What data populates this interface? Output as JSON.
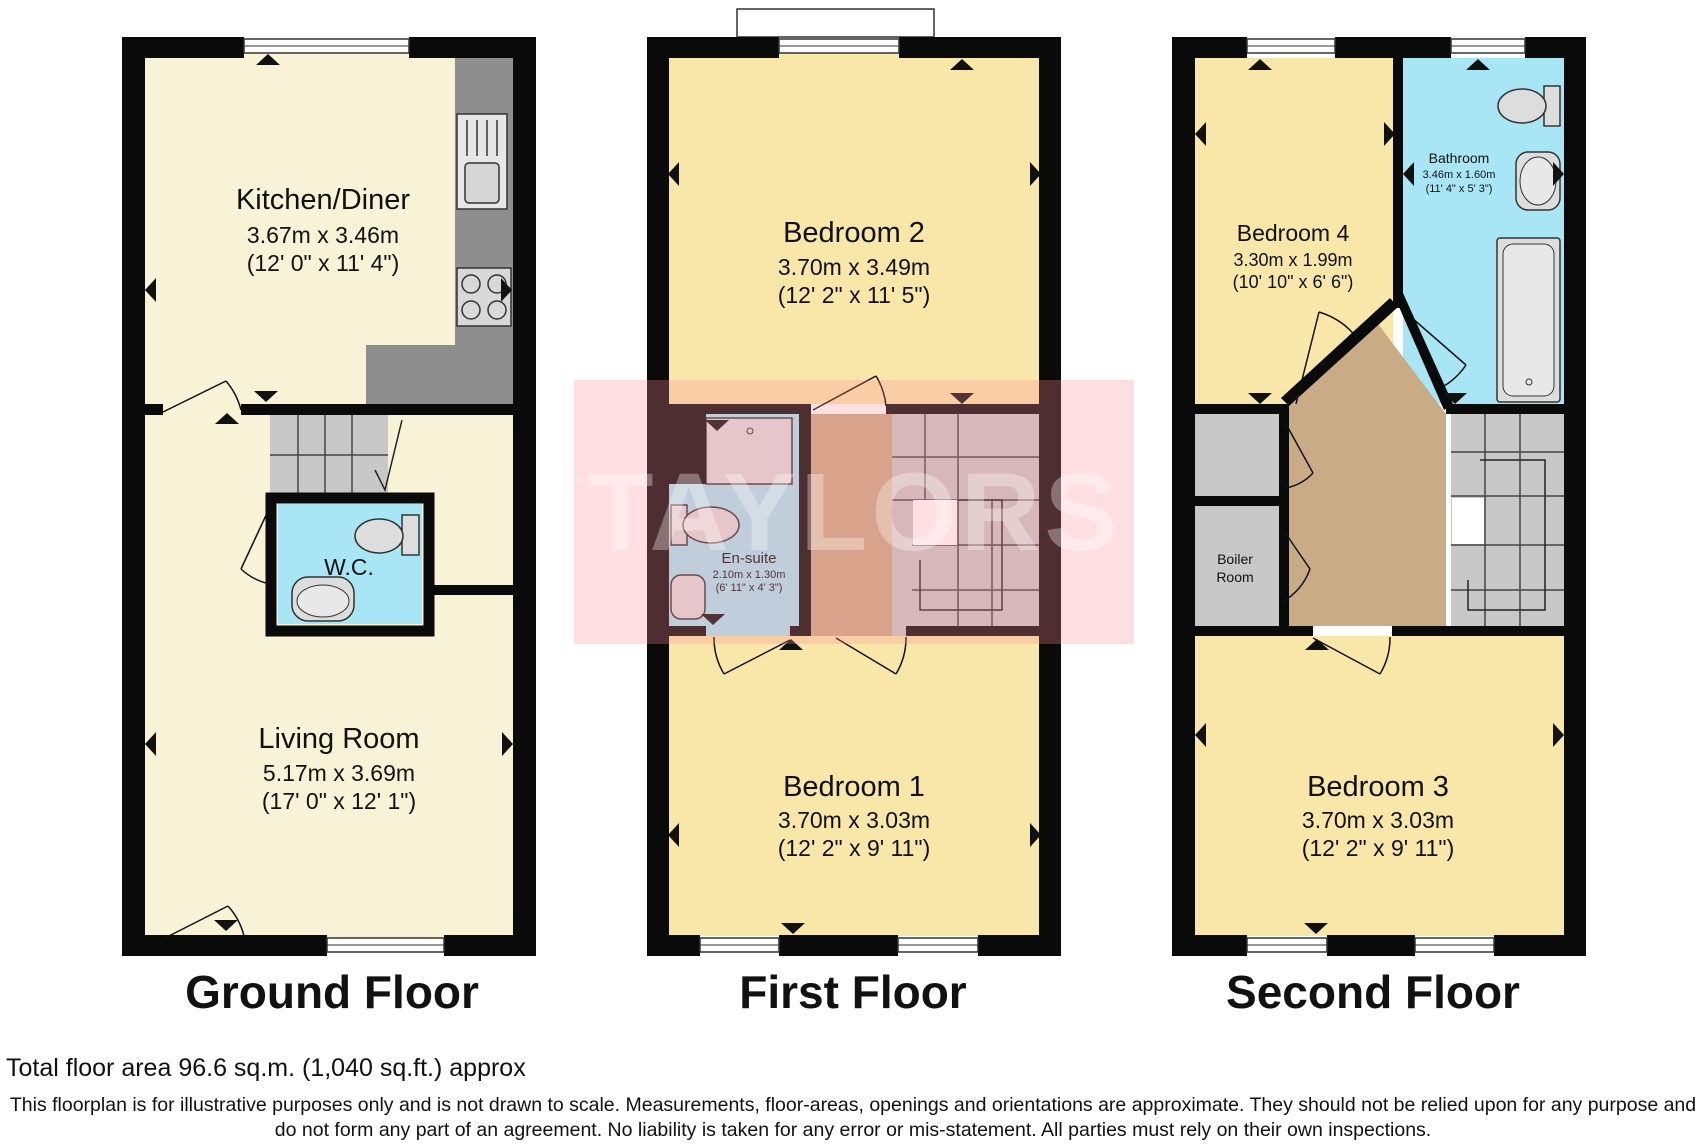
{
  "floors": {
    "ground": {
      "title": "Ground Floor",
      "kitchen": {
        "name": "Kitchen/Diner",
        "metric": "3.67m x 3.46m",
        "imperial": "(12' 0\" x 11' 4\")"
      },
      "wc": {
        "name": "W.C."
      },
      "living": {
        "name": "Living Room",
        "metric": "5.17m x 3.69m",
        "imperial": "(17' 0\" x 12' 1\")"
      }
    },
    "first": {
      "title": "First Floor",
      "bedroom2": {
        "name": "Bedroom 2",
        "metric": "3.70m x 3.49m",
        "imperial": "(12' 2\" x 11' 5\")"
      },
      "ensuite": {
        "name": "En-suite",
        "metric": "2.10m x 1.30m",
        "imperial": "(6' 11\" x 4' 3\")"
      },
      "bedroom1": {
        "name": "Bedroom 1",
        "metric": "3.70m x 3.03m",
        "imperial": "(12' 2\" x 9' 11\")"
      }
    },
    "second": {
      "title": "Second Floor",
      "bedroom4": {
        "name": "Bedroom 4",
        "metric": "3.30m x 1.99m",
        "imperial": "(10' 10\" x 6' 6\")"
      },
      "bathroom": {
        "name": "Bathroom",
        "metric": "3.46m x 1.60m",
        "imperial": "(11' 4\" x 5' 3\")"
      },
      "boiler": {
        "line1": "Boiler",
        "line2": "Room"
      },
      "bedroom3": {
        "name": "Bedroom 3",
        "metric": "3.70m x 3.03m",
        "imperial": "(12' 2\" x 9' 11\")"
      }
    }
  },
  "watermark": "TAYLORS",
  "total_area": "Total floor area 96.6 sq.m. (1,040 sq.ft.) approx",
  "disclaimer": "This floorplan is for illustrative purposes only and is not drawn to scale. Measurements, floor-areas, openings and orientations are approximate. They should not be relied upon for any purpose and do not form any part of an agreement. No liability is taken for any error or mis-statement. All parties must rely on their own inspections.",
  "colors": {
    "wall": "#0a0a0a",
    "kitchen": "#f8f3d6",
    "bedroom": "#f9e7aa",
    "wet_room": "#a8e6f5",
    "landing": "#c9ac86",
    "stairs": "#cfcfcf",
    "worktop": "#8e8e8e",
    "watermark": "#ff8c96"
  }
}
